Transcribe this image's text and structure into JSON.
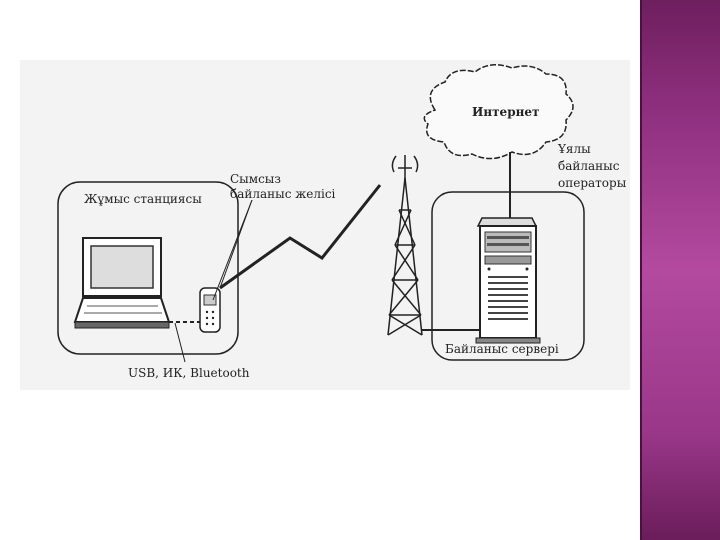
{
  "diagram": {
    "workstation_label": "Жұмыс станциясы",
    "wireless_line1": "Сымсыз",
    "wireless_line2": "байланыс желісі",
    "internet_label": "Интернет",
    "operator_line1": "Ұялы",
    "operator_line2": "байланыс",
    "operator_line3": "операторы",
    "server_label": "Байланыс сервері",
    "connection_label": "USB, ИК, Bluetooth"
  },
  "colors": {
    "sidebar_accent": "#a3408f",
    "diagram_bg": "#f3f3f3",
    "line": "#222222"
  }
}
